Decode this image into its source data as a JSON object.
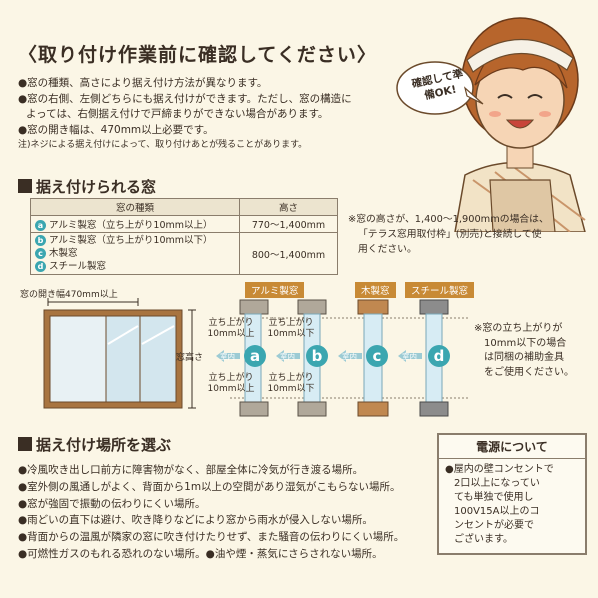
{
  "title": "〈取り付け作業前に確認してください〉",
  "notes": [
    "●窓の種類、高さにより据え付け方法が異なります。",
    "●窓の右側、左側どちらにも据え付けができます。ただし、窓の構造に",
    "よっては、右側据え付けで戸締まりができない場合があります。",
    "●窓の開き幅は、470mm以上必要です。",
    "注)ネジによる据え付けによって、取り付けあとが残ることがあります。"
  ],
  "speech_bubble": "確認して準備OK!",
  "section1": {
    "heading": "据え付けられる窓",
    "col_type": "窓の種類",
    "col_height": "高さ",
    "rows": [
      {
        "letters": [
          "a"
        ],
        "types": [
          "アルミ製窓（立ち上がり10mm以上）"
        ],
        "height": "770〜1,400mm"
      },
      {
        "letters": [
          "b",
          "c",
          "d"
        ],
        "types": [
          "アルミ製窓（立ち上がり10mm以下）",
          "木製窓",
          "スチール製窓"
        ],
        "height": "800〜1,400mm"
      }
    ],
    "side_note": [
      "※窓の高さが、1,400〜1,900mmの場合は、",
      "「テラス窓用取付枠」(別売)と接続して使",
      "用ください。"
    ]
  },
  "diagram": {
    "open_width_label": "窓の開き幅470mm以上",
    "height_label": "窓高さ",
    "tags": [
      "アルミ製窓",
      "木製窓",
      "スチール製窓"
    ],
    "rise_above": [
      "立ち上がり",
      "10mm以上"
    ],
    "rise_below": [
      "立ち上がり",
      "10mm以下"
    ],
    "indoor": "室内",
    "letters": [
      "a",
      "b",
      "c",
      "d"
    ],
    "note": [
      "※窓の立ち上がりが",
      "10mm以下の場合",
      "は同梱の補助金具",
      "をご使用ください。"
    ]
  },
  "section2": {
    "heading": "据え付け場所を選ぶ",
    "bullets": [
      "●冷風吹き出し口前方に障害物がなく、部屋全体に冷気が行き渡る場所。",
      "●室外側の風通しがよく、背面から1m以上の空間があり湿気がこもらない場所。",
      "●窓が強固で振動の伝わりにくい場所。",
      "●雨どいの直下は避け、吹き降りなどにより窓から雨水が侵入しない場所。",
      "●背面からの温風が隣家の窓に吹き付けたりせず、また騒音の伝わりにくい場所。",
      "●可燃性ガスのもれる恐れのない場所。●油や煙・蒸気にさらされない場所。"
    ]
  },
  "power": {
    "title": "電源について",
    "lines": [
      "●屋内の壁コンセントで",
      "2口以上になってい",
      "ても単独で使用し",
      "100V15A以上のコ",
      "ンセントが必要で",
      "ございます。"
    ]
  }
}
